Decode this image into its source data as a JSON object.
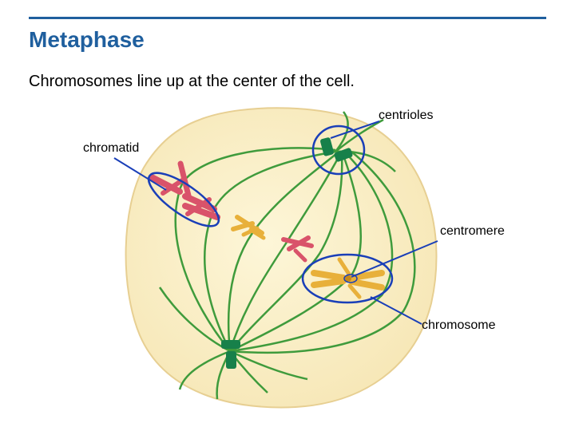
{
  "header": {
    "title": "Metaphase",
    "subtitle": "Chromosomes line up at the center of the cell."
  },
  "labels": {
    "centrioles": "centrioles",
    "chromatid": "chromatid",
    "centromere": "centromere",
    "chromosome": "chromosome"
  },
  "colors": {
    "accent": "#1f5f9e",
    "cell_fill": "#fbf1c6",
    "cell_outline": "#e7cf92",
    "spindle": "#3f9b3c",
    "centriole": "#17804a",
    "chromosome_red": "#d9536a",
    "chromosome_yellow": "#e8b03a",
    "pointer": "#1a3fb8"
  }
}
